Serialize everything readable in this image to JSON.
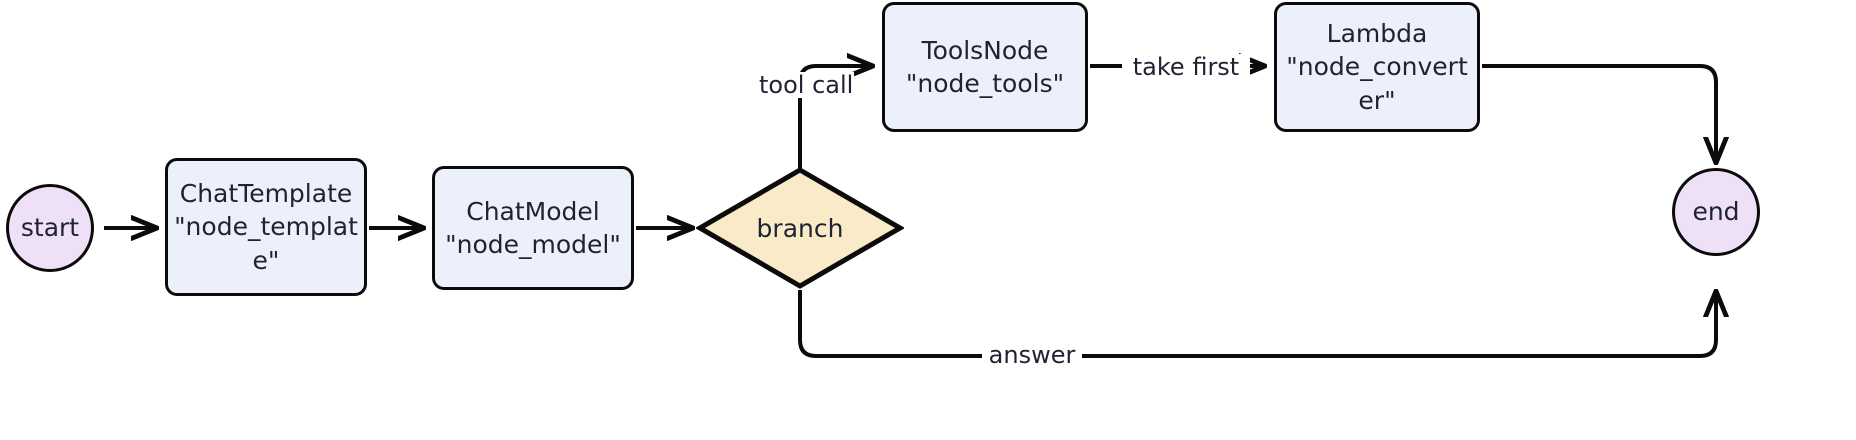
{
  "diagram": {
    "type": "flowchart",
    "orientation": "left-to-right",
    "background": "#ffffff",
    "colors": {
      "terminal_fill": "#EDE0F7",
      "process_fill": "#ECF0FA",
      "decision_fill": "#FAEBC8",
      "stroke": "#0b0b0b",
      "text": "#1f2233"
    }
  },
  "nodes": {
    "start": {
      "label": "start",
      "shape": "circle"
    },
    "template": {
      "label": "ChatTemplate\n\"node_templat\ne\"",
      "shape": "rounded-rect"
    },
    "model": {
      "label": "ChatModel\n\"node_model\"",
      "shape": "rounded-rect"
    },
    "branch": {
      "label": "branch",
      "shape": "diamond"
    },
    "tools": {
      "label": "ToolsNode\n\"node_tools\"",
      "shape": "rounded-rect"
    },
    "lambda": {
      "label": "Lambda\n\"node_convert\ner\"",
      "shape": "rounded-rect"
    },
    "end": {
      "label": "end",
      "shape": "circle"
    }
  },
  "edges": [
    {
      "from": "start",
      "to": "template",
      "label": ""
    },
    {
      "from": "template",
      "to": "model",
      "label": ""
    },
    {
      "from": "model",
      "to": "branch",
      "label": ""
    },
    {
      "from": "branch",
      "to": "tools",
      "label": "tool call"
    },
    {
      "from": "tools",
      "to": "lambda",
      "label": "take first"
    },
    {
      "from": "lambda",
      "to": "end",
      "label": ""
    },
    {
      "from": "branch",
      "to": "end",
      "label": "answer"
    }
  ],
  "edge_labels": {
    "tool_call": "tool call",
    "take_first": "take first",
    "answer": "answer"
  }
}
